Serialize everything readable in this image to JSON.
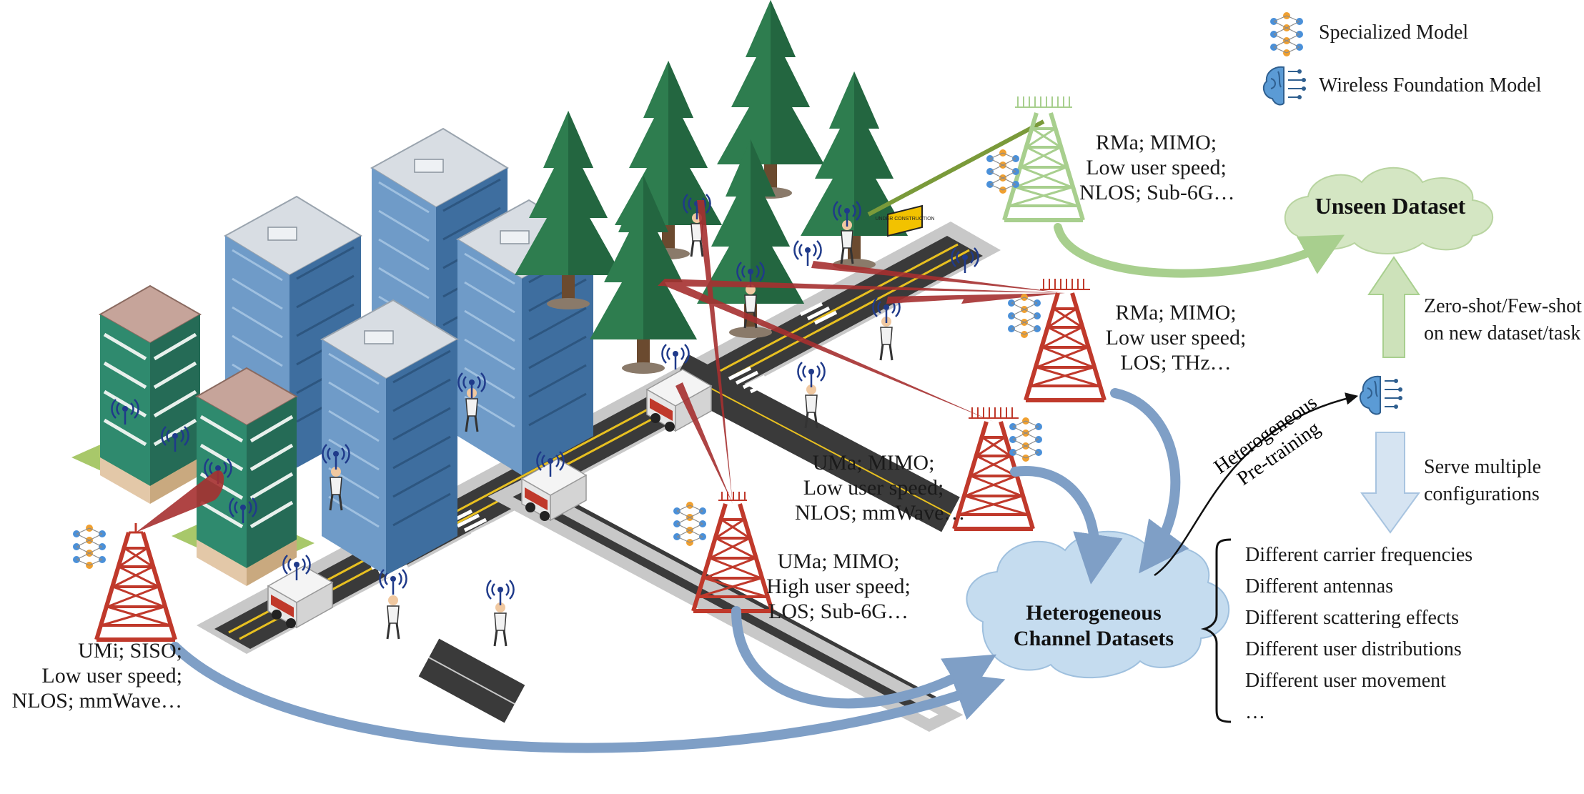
{
  "legend": {
    "specialized_model": "Specialized Model",
    "foundation_model": "Wireless Foundation Model"
  },
  "scenarios": {
    "umi": [
      "UMi; SISO;",
      "Low user speed;",
      "NLOS; mmWave…"
    ],
    "uma_high": [
      "UMa; MIMO;",
      "High user speed;",
      "LOS; Sub-6G…"
    ],
    "uma_mm": [
      "UMa; MIMO;",
      "Low user speed;",
      "NLOS; mmWave…"
    ],
    "rma_thz": [
      "RMa; MIMO;",
      "Low user speed;",
      "LOS; THz…"
    ],
    "rma_sub6": [
      "RMa; MIMO;",
      "Low user speed;",
      "NLOS; Sub-6G…"
    ]
  },
  "clouds": {
    "unseen": "Unseen Dataset",
    "heterogeneous": [
      "Heterogeneous",
      "Channel Datasets"
    ]
  },
  "arrows": {
    "pretraining": [
      "Heterogeneous",
      "Pre-training"
    ],
    "zero_shot": [
      "Zero-shot/Few-shot",
      "on new dataset/task"
    ],
    "serve": [
      "Serve multiple",
      "configurations"
    ]
  },
  "configurations": [
    "Different carrier frequencies",
    "Different antennas",
    "Different scattering effects",
    "Different user distributions",
    "Different user movement",
    "…"
  ],
  "signs": {
    "under_construction": "UNDER CONSTRUCTION"
  },
  "colors": {
    "tower_red": "#c0392b",
    "tower_green": "#a8cf8e",
    "cloud_green": "#d4e6c3",
    "cloud_blue": "#c5dcef",
    "arrow_blue": "#7f9fc6",
    "road": "#3a3a3a",
    "sidewalk": "#c8c8c8",
    "building_blue": "#5a86b8",
    "building_green": "#2f8a6e",
    "tree": "#2e7d4f",
    "beam": "#a63030"
  }
}
